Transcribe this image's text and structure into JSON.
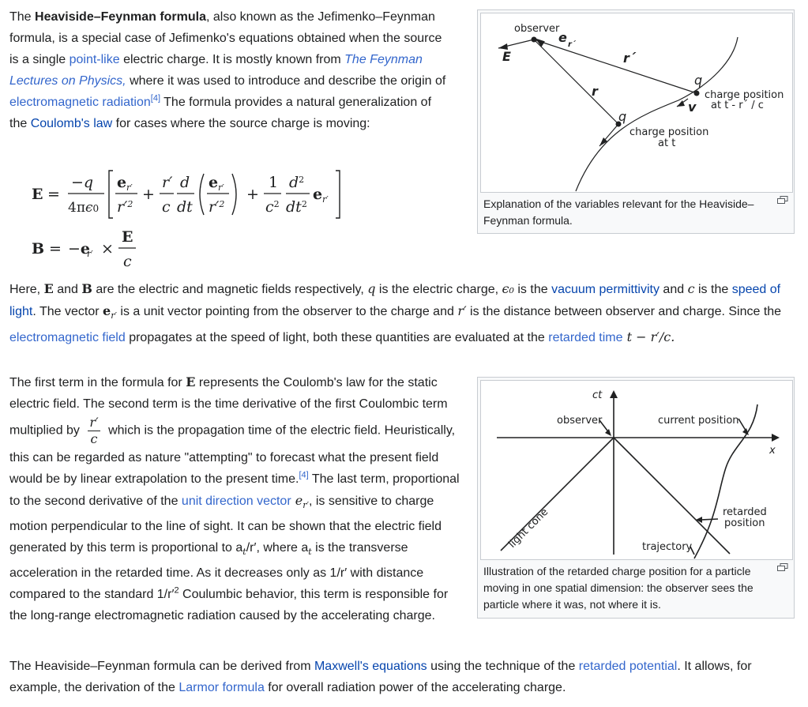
{
  "para1": {
    "pre": "The ",
    "bold": "Heaviside–Feynman formula",
    "t1": ", also known as the Jefimenko–Feynman formula, is a special case of Jefimenko's equations obtained when the source is a single ",
    "link_point": "point-like",
    "t2": " electric charge. It is mostly known from ",
    "link_feynman": "The Feynman Lectures on Physics,",
    "t3": " where it was used to introduce and describe the origin of ",
    "link_em_radiation": "electromagnetic radiation",
    "ref": "[4]",
    "t4": " The formula provides a natural generalization of the ",
    "link_coulomb": "Coulomb's law",
    "t5": " for cases where the source charge is moving:"
  },
  "para2": {
    "t1": "Here, ",
    "E": "E",
    "t2": " and ",
    "B": "B",
    "t3": " are the electric and magnetic fields respectively, ",
    "q": "q",
    "t4": " is the electric charge, ",
    "eps": "ϵ₀",
    "t5": " is the ",
    "link_vacuum": "vacuum permittivity",
    "t6": " and ",
    "c": "c",
    "t7": " is the ",
    "link_light": "speed of light",
    "t8": ". The vector ",
    "er": "e",
    "t9": " is a unit vector pointing from the observer to the charge and ",
    "r": "r′",
    "t10": " is the distance between observer and charge. Since the ",
    "link_emfield": "electromagnetic field",
    "t11": " propagates at the speed of light, both these quantities are evaluated at the ",
    "link_retarded": "retarded time",
    "t12": " t − r′/c."
  },
  "para3": {
    "t1": "The first term in the formula for ",
    "E": "E",
    "t2": " represents the Coulomb's law for the static electric field. The second term is the time derivative of the first Coulombic term multiplied by ",
    "t3": " which is the propagation time of the electric field. Heuristically, this can be regarded as nature \"attempting\" to forecast what the present field would be by linear extrapolation to the present time.",
    "ref": "[4]",
    "t4": " The last term, proportional to the second derivative of the ",
    "link_unit": "unit direction vector",
    "t5": " e",
    "t6": ", is sensitive to charge motion perpendicular to the line of sight. It can be shown that the electric field generated by this term is proportional to a",
    "t7": "/r′, where a",
    "t8": " is the transverse acceleration in the retarded time. As it decreases only as 1/r′ with distance compared to the standard 1/r′",
    "t9": " Coulumbic behavior, this term is responsible for the long-range electromagnetic radiation caused by the accelerating charge."
  },
  "para4": {
    "t1": "The Heaviside–Feynman formula can be derived from ",
    "link_maxwell": "Maxwell's equations",
    "t2": " using the technique of the ",
    "link_potential": "retarded potential",
    "t3": ". It allows, for example, the derivation of the ",
    "link_larmor": "Larmor formula",
    "t4": " for overall radiation power of the accelerating charge."
  },
  "fig1": {
    "caption": "Explanation of the variables relevant for the Heaviside–Feynman formula.",
    "labels": {
      "observer": "observer",
      "E": "E",
      "er": "e",
      "r_prime": "r´",
      "r": "r",
      "q1": "q",
      "q2": "q",
      "v": "v",
      "charge_pos1": "charge position",
      "charge_pos1b": "at t - r´ / c",
      "charge_pos2": "charge position",
      "charge_pos2b": "at t"
    }
  },
  "fig2": {
    "caption": "Illustration of the retarded charge position for a particle moving in one spatial dimension: the observer sees the particle where it was, not where it is.",
    "labels": {
      "ct": "ct",
      "x": "x",
      "observer": "observer",
      "current": "current position",
      "retarded1": "retarded",
      "retarded2": "position",
      "trajectory": "trajectory",
      "light_cone": "light cone"
    }
  }
}
